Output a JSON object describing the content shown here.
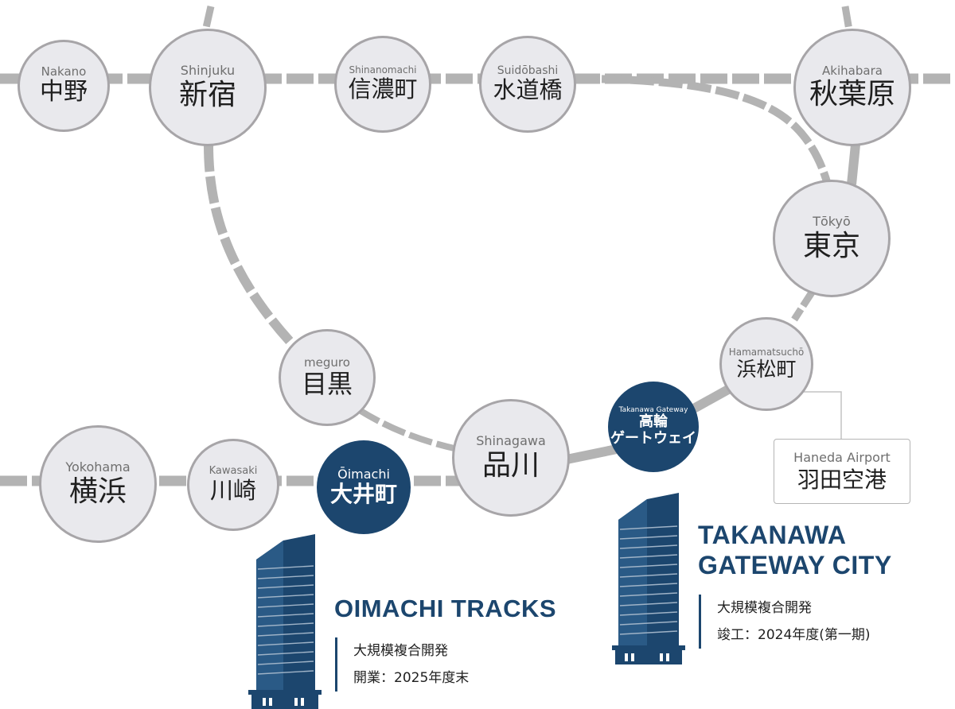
{
  "stations": {
    "nakano": {
      "en": "Nakano",
      "ja": "中野"
    },
    "shinjuku": {
      "en": "Shinjuku",
      "ja": "新宿"
    },
    "shinanomachi": {
      "en": "Shinanomachi",
      "ja": "信濃町"
    },
    "suidobashi": {
      "en": "Suidōbashi",
      "ja": "水道橋"
    },
    "akihabara": {
      "en": "Akihabara",
      "ja": "秋葉原"
    },
    "tokyo": {
      "en": "Tōkyō",
      "ja": "東京"
    },
    "hamamatsucho": {
      "en": "Hamamatsuchō",
      "ja": "浜松町"
    },
    "takanawa": {
      "en": "Takanawa Gateway",
      "ja": "高輪",
      "ja2": "ゲートウェイ"
    },
    "meguro": {
      "en": "meguro",
      "ja": "目黒"
    },
    "shinagawa": {
      "en": "Shinagawa",
      "ja": "品川"
    },
    "oimachi": {
      "en": "Ōimachi",
      "ja": "大井町"
    },
    "kawasaki": {
      "en": "Kawasaki",
      "ja": "川崎"
    },
    "yokohama": {
      "en": "Yokohama",
      "ja": "横浜"
    }
  },
  "haneda": {
    "en": "Haneda Airport",
    "ja": "羽田空港"
  },
  "projects": {
    "oimachi_tracks": {
      "title": "OIMACHI TRACKS",
      "line1": "大規模複合開発",
      "line2": "開業：2025年度末"
    },
    "takanawa_city": {
      "title_line1": "TAKANAWA",
      "title_line2": "GATEWAY CITY",
      "line1": "大規模複合開発",
      "line2": "竣工：2024年度(第一期)"
    }
  },
  "colors": {
    "accent": "#1c466e",
    "track": "#b3b3b3",
    "station_fill": "#e9e9ed",
    "station_border": "#a7a5a8"
  }
}
